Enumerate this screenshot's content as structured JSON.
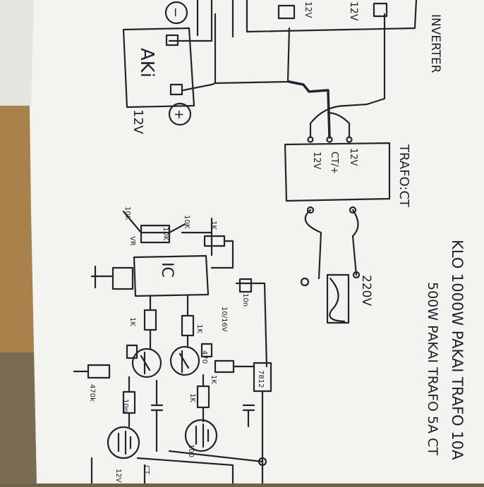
{
  "photo": {
    "ink_color": "#23232e",
    "paper_color": "#f3f3f0",
    "table_color": "#a8824a"
  },
  "battery": {
    "name": "AKi",
    "voltage": "12V",
    "minus_sign": "−",
    "plus_sign": "+"
  },
  "inverter": {
    "label": "INVERTER",
    "terminal_voltage": "12V",
    "terminal_voltage_2": "12V"
  },
  "trafo": {
    "label": "TRAFO:CT",
    "primary_left": "12V",
    "primary_center": "CT/+",
    "primary_right": "12V",
    "output_voltage": "220V"
  },
  "notes": {
    "line1": "KLO 1000W PAKAI TRAFO 10A",
    "line2": "500W PAKAI TRAFO 5A CT"
  },
  "oscillator": {
    "ic_label": "IC",
    "parts": [
      "10K",
      "VR",
      "10K",
      "10K",
      "1K",
      "10n",
      "10/16V",
      "1K",
      "1K",
      "470",
      "1K",
      "7812",
      "470k",
      "10n",
      "1K",
      "100",
      "12V",
      "CT"
    ]
  }
}
